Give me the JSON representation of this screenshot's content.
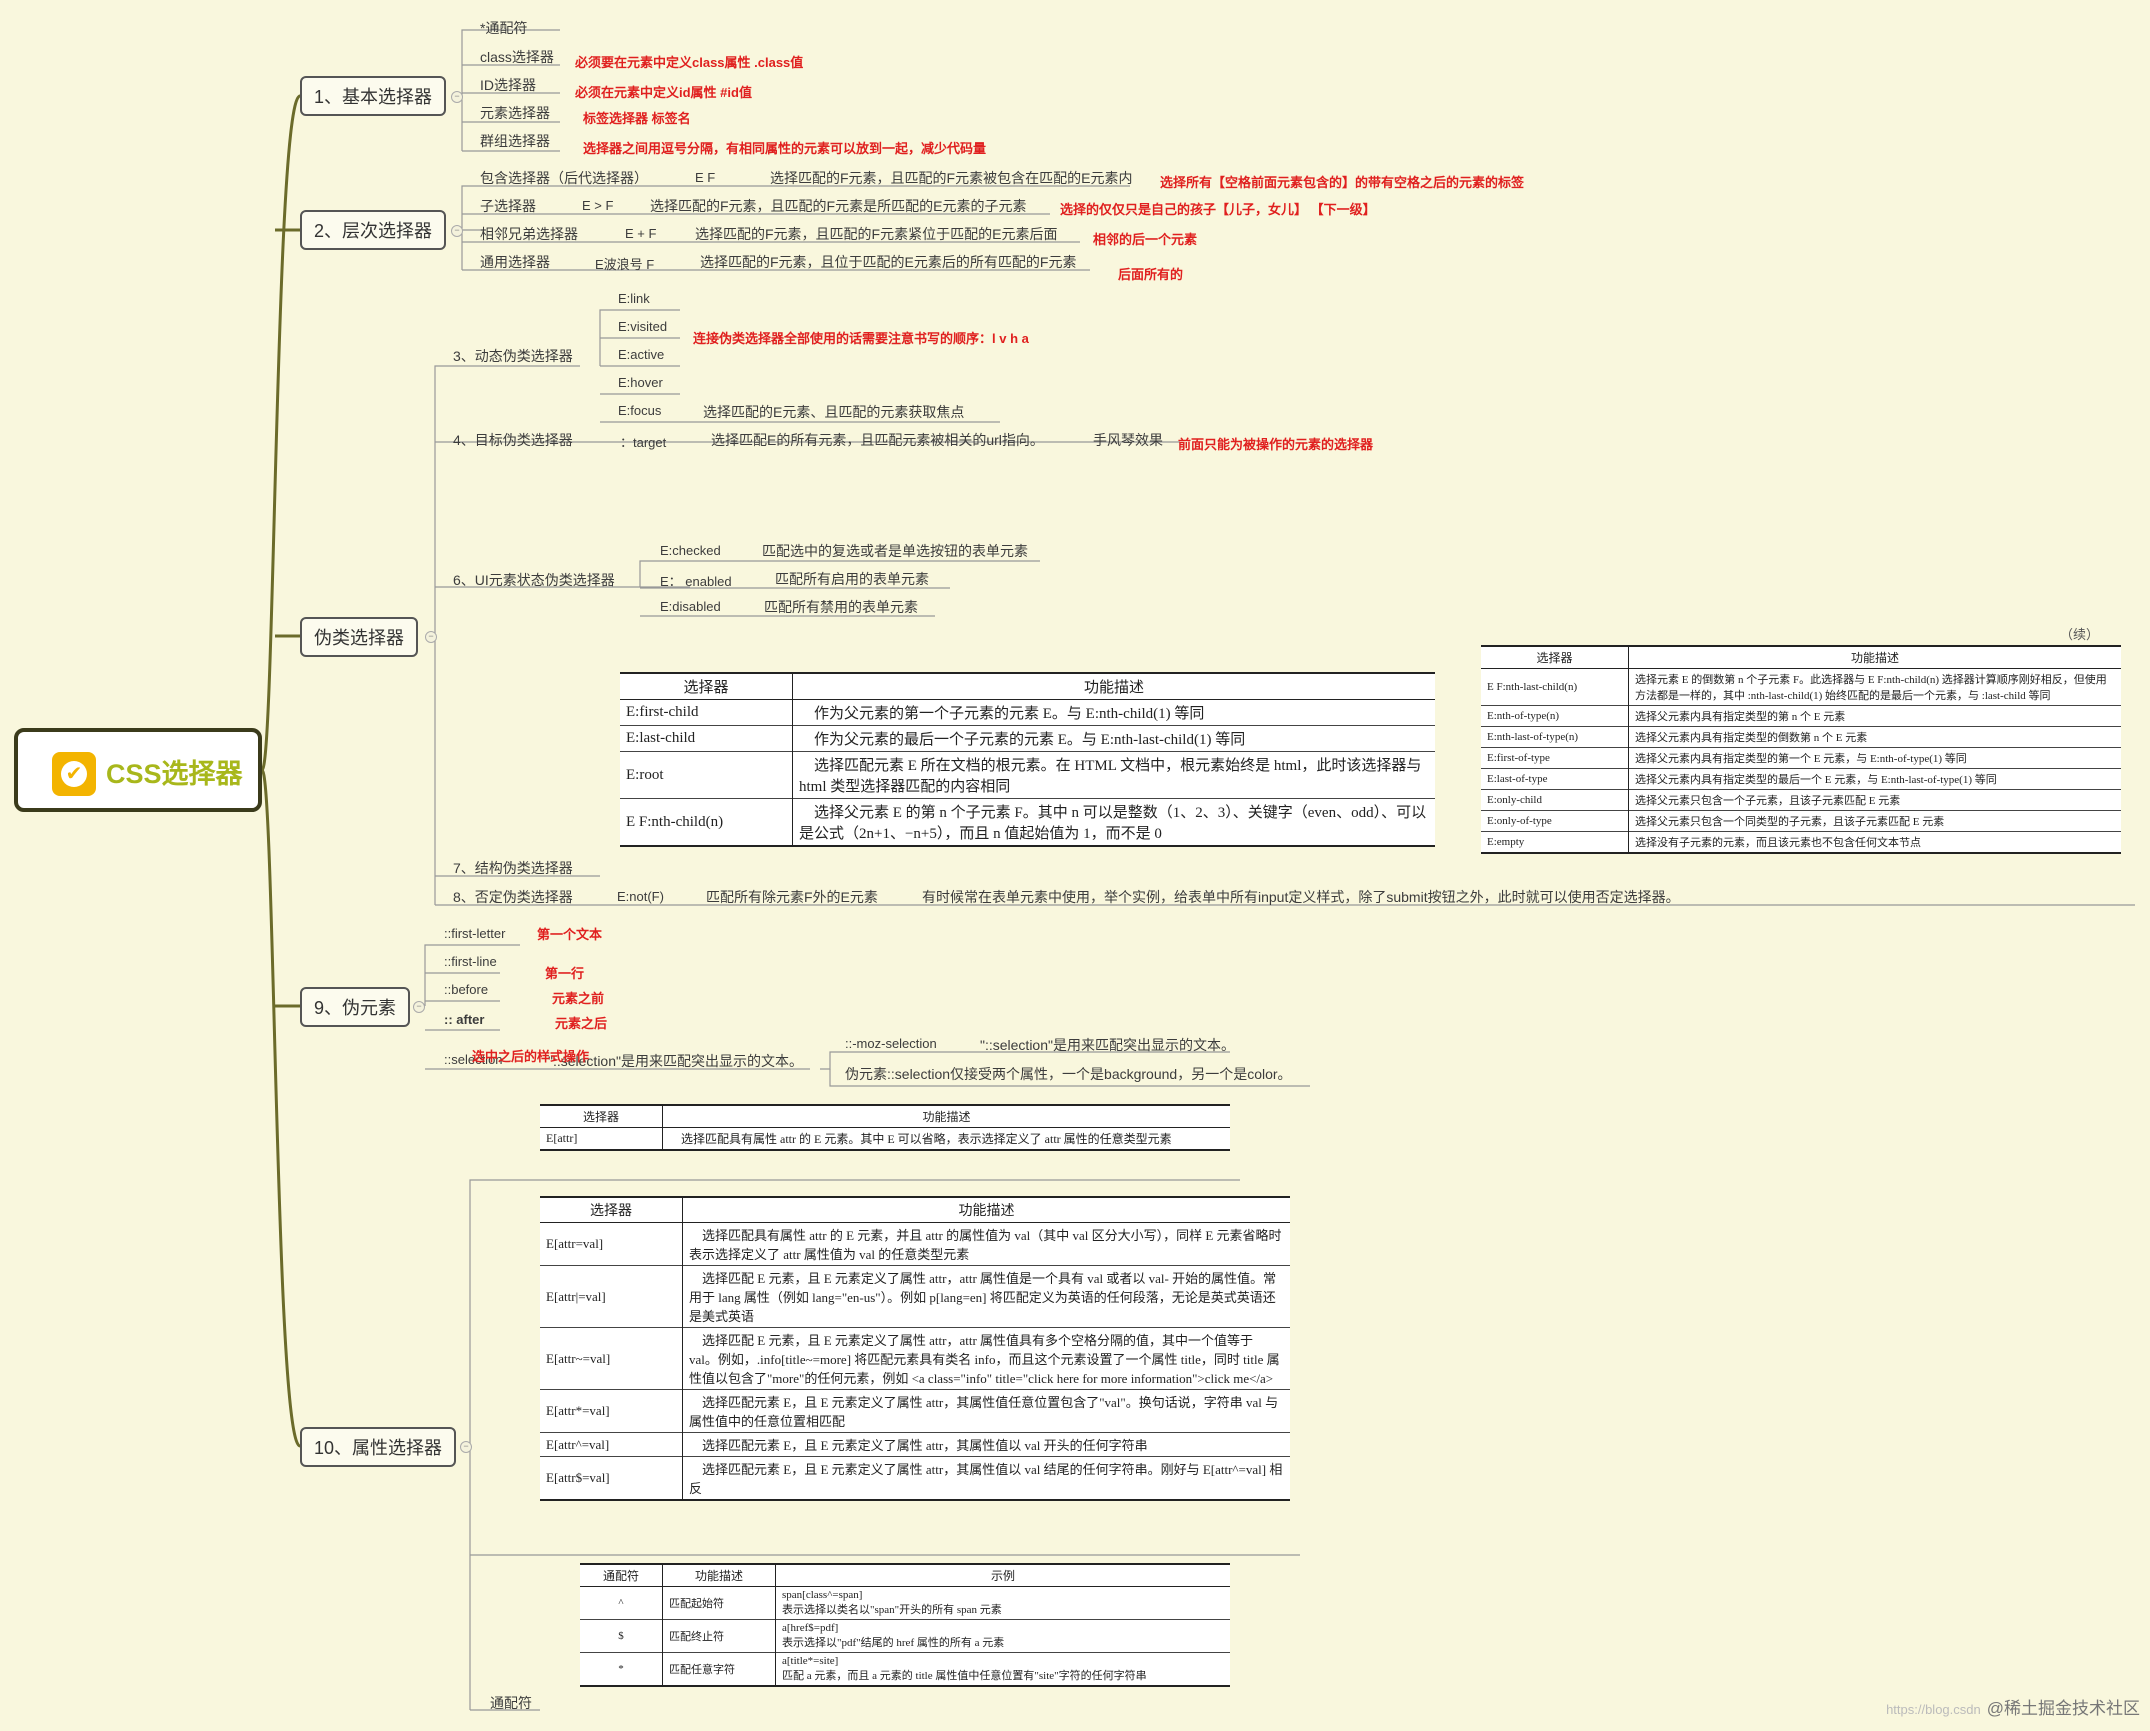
{
  "root": {
    "label": "CSS选择器",
    "icon": "css-badge-icon"
  },
  "colors": {
    "background": "#f9f7dd",
    "branch": "#6b6b2a",
    "note": "#e0201f",
    "root_text": "#a8b71b",
    "icon_bg": "#f3b400"
  },
  "topics": {
    "basic": "1、基本选择器",
    "level": "2、层次选择器",
    "pseudo_class": "伪类选择器",
    "pseudo_element": "9、伪元素",
    "attribute": "10、属性选择器"
  },
  "basic": {
    "items": [
      "*通配符",
      "class选择器",
      "ID选择器",
      "元素选择器",
      "群组选择器"
    ],
    "notes": [
      "必须要在元素中定义class属性    .class值",
      "必须在元素中定义id属性   #id值",
      "标签选择器  标签名",
      "选择器之间用逗号分隔，有相同属性的元素可以放到一起，减少代码量"
    ]
  },
  "level": {
    "items": [
      {
        "name": "包含选择器（后代选择器）",
        "syntax": "E     F",
        "desc": "选择匹配的F元素，且匹配的F元素被包含在匹配的E元素内",
        "note": "选择所有【空格前面元素包含的】的带有空格之后的元素的标签"
      },
      {
        "name": "子选择器",
        "syntax": "E > F",
        "desc": "选择匹配的F元素，且匹配的F元素是所匹配的E元素的子元素",
        "note": "选择的仅仅只是自己的孩子【儿子，女儿】 【下一级】"
      },
      {
        "name": "相邻兄弟选择器",
        "syntax": "E + F",
        "desc": "选择匹配的F元素，且匹配的F元素紧位于匹配的E元素后面",
        "note": "相邻的后一个元素"
      },
      {
        "name": "通用选择器",
        "syntax": "E波浪号  F",
        "desc": "选择匹配的F元素，且位于匹配的E元素后的所有匹配的F元素",
        "note": "后面所有的"
      }
    ]
  },
  "pseudo": {
    "dynamic": {
      "name": "3、动态伪类选择器",
      "items": [
        "E:link",
        "E:visited",
        "E:active",
        "E:hover",
        "E:focus"
      ],
      "focus_desc": "选择匹配的E元素、且匹配的元素获取焦点",
      "note": "连接伪类选择器全部使用的话需要注意书写的顺序：l v h a"
    },
    "target": {
      "name": "4、目标伪类选择器",
      "syntax": "：target",
      "desc": "选择匹配E的所有元素，且匹配元素被相关的url指向。",
      "extra": "手风琴效果",
      "note": "前面只能为被操作的元素的选择器"
    },
    "ui": {
      "name": "6、UI元素状态伪类选择器",
      "items": [
        {
          "name": "E:checked",
          "desc": "匹配选中的复选或者是单选按钮的表单元素"
        },
        {
          "name": "E： enabled",
          "desc": "匹配所有启用的表单元素"
        },
        {
          "name": "E:disabled",
          "desc": "匹配所有禁用的表单元素"
        }
      ]
    },
    "structural": {
      "name": "7、结构伪类选择器"
    },
    "negation": {
      "name": "8、否定伪类选择器",
      "syntax": "E:not(F)",
      "desc": "匹配所有除元素F外的E元素",
      "note": "有时候常在表单元素中使用，举个实例，给表单中所有input定义样式，除了submit按钮之外，此时就可以使用否定选择器。"
    }
  },
  "struct_table1": {
    "headers": [
      "选择器",
      "功能描述"
    ],
    "rows": [
      [
        "E:first-child",
        "作为父元素的第一个子元素的元素 E。与 E:nth-child(1) 等同"
      ],
      [
        "E:last-child",
        "作为父元素的最后一个子元素的元素 E。与 E:nth-last-child(1) 等同"
      ],
      [
        "E:root",
        "选择匹配元素 E 所在文档的根元素。在 HTML 文档中，根元素始终是 html，此时该选择器与 html 类型选择器匹配的内容相同"
      ],
      [
        "E  F:nth-child(n)",
        "选择父元素 E 的第 n 个子元素 F。其中 n 可以是整数（1、2、3）、关键字（even、odd）、可以是公式（2n+1、−n+5），而且 n 值起始值为 1，而不是 0"
      ]
    ]
  },
  "struct_table2": {
    "caption": "（续）",
    "headers": [
      "选择器",
      "功能描述"
    ],
    "rows": [
      [
        "E  F:nth-last-child(n)",
        "选择元素 E 的倒数第 n 个子元素 F。此选择器与 E  F:nth-child(n) 选择器计算顺序刚好相反，但使用方法都是一样的，其中 :nth-last-child(1) 始终匹配的是最后一个元素，与 :last-child 等同"
      ],
      [
        "E:nth-of-type(n)",
        "选择父元素内具有指定类型的第 n 个 E 元素"
      ],
      [
        "E:nth-last-of-type(n)",
        "选择父元素内具有指定类型的倒数第 n 个 E 元素"
      ],
      [
        "E:first-of-type",
        "选择父元素内具有指定类型的第一个 E 元素，与 E:nth-of-type(1) 等同"
      ],
      [
        "E:last-of-type",
        "选择父元素内具有指定类型的最后一个 E 元素，与 E:nth-last-of-type(1) 等同"
      ],
      [
        "E:only-child",
        "选择父元素只包含一个子元素，且该子元素匹配 E 元素"
      ],
      [
        "E:only-of-type",
        "选择父元素只包含一个同类型的子元素，且该子元素匹配 E 元素"
      ],
      [
        "E:empty",
        "选择没有子元素的元素，而且该元素也不包含任何文本节点"
      ]
    ]
  },
  "pseudo_element": {
    "items": [
      "::first-letter",
      "::first-line",
      "::before",
      ":: after"
    ],
    "notes": [
      "第一个文本",
      "第一行",
      "元素之前",
      "元素之后"
    ],
    "selection": {
      "name": "::selection",
      "desc": "\"::selection\"是用来匹配突出显示的文本。",
      "note": "选中之后的样式操作",
      "sub1_name": "::-moz-selection",
      "sub1_desc": "\"::selection\"是用来匹配突出显示的文本。",
      "sub2": "伪元素::selection仅接受两个属性，一个是background，另一个是color。"
    }
  },
  "attr_table1": {
    "headers": [
      "选择器",
      "功能描述"
    ],
    "rows": [
      [
        "E[attr]",
        "选择匹配具有属性 attr 的 E 元素。其中 E 可以省略，表示选择定义了 attr 属性的任意类型元素"
      ]
    ]
  },
  "attr_table2": {
    "headers": [
      "选择器",
      "功能描述"
    ],
    "rows": [
      [
        "E[attr=val]",
        "选择匹配具有属性 attr 的 E 元素，并且 attr 的属性值为 val（其中 val 区分大小写），同样 E 元素省略时表示选择定义了 attr 属性值为 val 的任意类型元素"
      ],
      [
        "E[attr|=val]",
        "选择匹配 E 元素，且 E 元素定义了属性 attr，attr 属性值是一个具有 val 或者以 val- 开始的属性值。常用于 lang 属性（例如 lang=\"en-us\"）。例如 p[lang=en] 将匹配定义为英语的任何段落，无论是英式英语还是美式英语"
      ],
      [
        "E[attr~=val]",
        "选择匹配 E 元素，且 E 元素定义了属性 attr，attr 属性值具有多个空格分隔的值，其中一个值等于 val。例如，.info[title~=more] 将匹配元素具有类名 info，而且这个元素设置了一个属性 title，同时 title 属性值以包含了\"more\"的任何元素，例如 <a class=\"info\" title=\"click here for more information\">click me</a>"
      ],
      [
        "E[attr*=val]",
        "选择匹配元素 E，且 E 元素定义了属性 attr，其属性值任意位置包含了\"val\"。换句话说，字符串 val 与属性值中的任意位置相匹配"
      ],
      [
        "E[attr^=val]",
        "选择匹配元素 E，且 E 元素定义了属性 attr，其属性值以 val 开头的任何字符串"
      ],
      [
        "E[attr$=val]",
        "选择匹配元素 E，且 E 元素定义了属性 attr，其属性值以 val 结尾的任何字符串。刚好与 E[attr^=val] 相反"
      ]
    ]
  },
  "wildcard": {
    "label": "通配符",
    "headers": [
      "通配符",
      "功能描述",
      "示例"
    ],
    "rows": [
      [
        "^",
        "匹配起始符",
        "span[class^=span]",
        "表示选择以类名以\"span\"开头的所有 span 元素"
      ],
      [
        "$",
        "匹配终止符",
        "a[href$=pdf]",
        "表示选择以\"pdf\"结尾的 href 属性的所有 a 元素"
      ],
      [
        "*",
        "匹配任意字符",
        "a[title*=site]",
        "匹配 a 元素，而且 a 元素的 title 属性值中任意位置有\"site\"字符的任何字符串"
      ]
    ]
  },
  "watermark": {
    "faint": "https://blog.csdn",
    "text": "@稀土掘金技术社区"
  }
}
